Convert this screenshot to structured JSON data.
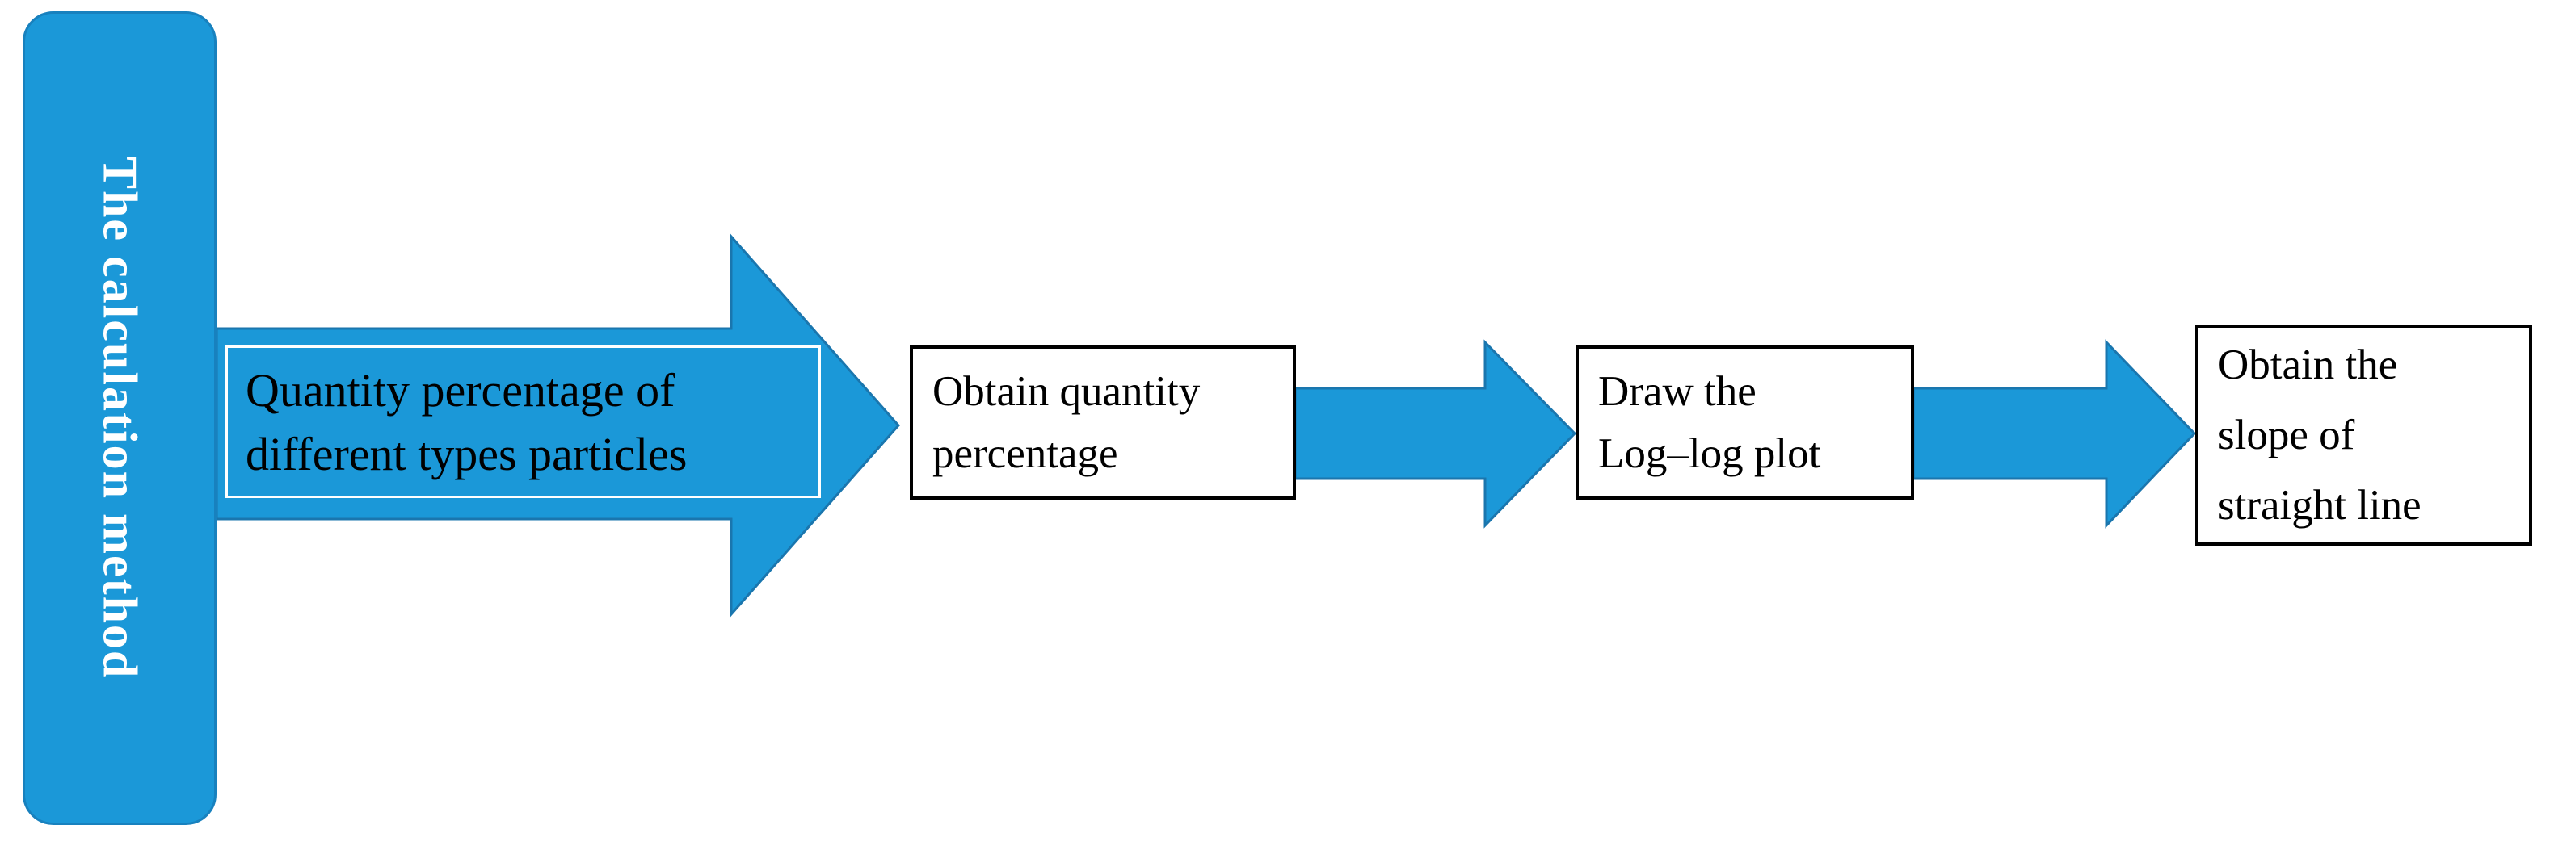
{
  "colors": {
    "shape_fill": "#1B98D8",
    "shape_border": "#1A76AE",
    "banner_border": "#1881BE",
    "box_border": "#000000",
    "text_color": "#000000",
    "banner_text_color": "#FFFFFF",
    "background": "#FFFFFF"
  },
  "banner": {
    "label": "The calculation method"
  },
  "flow": {
    "arrow_step": {
      "lines": [
        "Quantity percentage of",
        "different types particles"
      ]
    },
    "box1": {
      "lines": [
        "Obtain quantity",
        "percentage"
      ]
    },
    "box2": {
      "lines": [
        "Draw the",
        "Log–log plot"
      ]
    },
    "box3": {
      "lines": [
        "Obtain the",
        "slope of",
        "straight line"
      ]
    }
  }
}
